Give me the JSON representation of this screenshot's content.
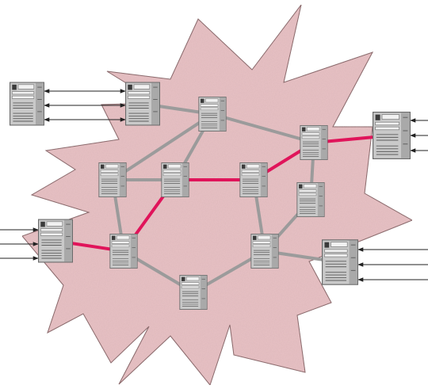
{
  "colors": {
    "background": "#ffffff",
    "cloud_fill": "#e9c3c6",
    "cloud_stroke": "#7a5a5c",
    "gray_link": "#9b9b9b",
    "highlight_link": "#e0145a",
    "arrow": "#222222",
    "server_body": "#c9c9c9"
  },
  "icon": "server-tower-icon",
  "nodes": [
    {
      "id": "ext-left-top",
      "role": "external"
    },
    {
      "id": "edge-top-left",
      "role": "edge"
    },
    {
      "id": "core-top",
      "role": "core"
    },
    {
      "id": "core-right-top",
      "role": "core"
    },
    {
      "id": "ext-right-top",
      "role": "external"
    },
    {
      "id": "core-mid-left",
      "role": "core"
    },
    {
      "id": "core-mid",
      "role": "core"
    },
    {
      "id": "core-mid-right",
      "role": "core"
    },
    {
      "id": "core-right-mid",
      "role": "core"
    },
    {
      "id": "edge-left",
      "role": "edge"
    },
    {
      "id": "core-lower-left",
      "role": "core"
    },
    {
      "id": "core-lower-right",
      "role": "core"
    },
    {
      "id": "ext-right-bottom",
      "role": "external"
    },
    {
      "id": "core-bottom",
      "role": "core"
    }
  ],
  "links": [
    {
      "from": "edge-top-left",
      "to": "core-top",
      "highlight": false
    },
    {
      "from": "core-top",
      "to": "core-mid-left",
      "highlight": false
    },
    {
      "from": "core-top",
      "to": "core-mid",
      "highlight": false
    },
    {
      "from": "core-top",
      "to": "core-right-top",
      "highlight": false
    },
    {
      "from": "core-mid-left",
      "to": "core-mid",
      "highlight": false
    },
    {
      "from": "core-mid-left",
      "to": "core-lower-left",
      "highlight": false
    },
    {
      "from": "core-mid",
      "to": "core-mid-right",
      "highlight": true
    },
    {
      "from": "core-mid",
      "to": "core-lower-left",
      "highlight": true
    },
    {
      "from": "core-mid-right",
      "to": "core-right-top",
      "highlight": true
    },
    {
      "from": "core-right-top",
      "to": "ext-right-top",
      "highlight": true
    },
    {
      "from": "core-right-top",
      "to": "core-right-mid",
      "highlight": false
    },
    {
      "from": "core-right-mid",
      "to": "core-lower-right",
      "highlight": false
    },
    {
      "from": "core-mid-right",
      "to": "core-lower-right",
      "highlight": false
    },
    {
      "from": "core-lower-right",
      "to": "ext-right-bottom",
      "highlight": false
    },
    {
      "from": "core-lower-right",
      "to": "core-bottom",
      "highlight": false
    },
    {
      "from": "core-lower-left",
      "to": "core-bottom",
      "highlight": false
    },
    {
      "from": "edge-left",
      "to": "core-lower-left",
      "highlight": true
    }
  ],
  "arrow_groups": [
    {
      "name": "arrows-ext-left-top-to-edge-top-left",
      "count": 3,
      "direction": "bidirectional"
    },
    {
      "name": "arrows-into-ext-right-top",
      "count": 3,
      "direction": "inbound"
    },
    {
      "name": "arrows-into-edge-left",
      "count": 3,
      "direction": "inbound"
    },
    {
      "name": "arrows-into-ext-right-bottom",
      "count": 3,
      "direction": "inbound"
    }
  ]
}
